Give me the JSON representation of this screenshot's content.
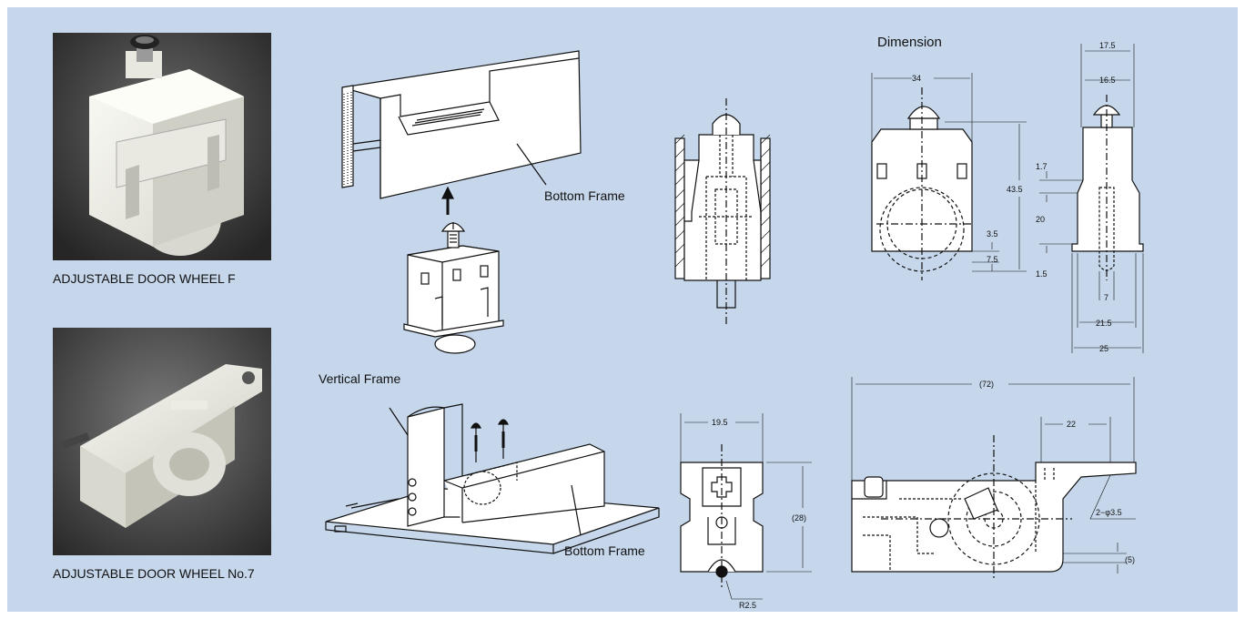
{
  "products": [
    {
      "caption": "ADJUSTABLE DOOR WHEEL F"
    },
    {
      "caption": "ADJUSTABLE DOOR WHEEL No.7"
    }
  ],
  "labels": {
    "bottom_frame_top": "Bottom Frame",
    "vertical_frame": "Vertical Frame",
    "bottom_frame_bottom": "Bottom Frame",
    "dimension_title": "Dimension"
  },
  "dimensions": {
    "front_width": "34",
    "side_outer_top": "17.5",
    "side_inner_top": "16.5",
    "height_main": "43.5",
    "gap_1_7": "1.7",
    "height_20": "20",
    "gap_3_5": "3.5",
    "gap_7_5": "7.5",
    "gap_1_5": "1.5",
    "side_7": "7",
    "side_21_5": "21.5",
    "side_25": "25",
    "no7_width": "19.5",
    "no7_height": "(28)",
    "no7_radius": "R2.5",
    "no7_length": "(72)",
    "no7_22": "22",
    "no7_holes": "2−φ3.5",
    "no7_5": "(5)"
  },
  "colors": {
    "panel_bg": "#c6d7ec",
    "photo_bg": "#3b3b3b",
    "part_white": "#f1f1ec",
    "ink": "#111111"
  }
}
